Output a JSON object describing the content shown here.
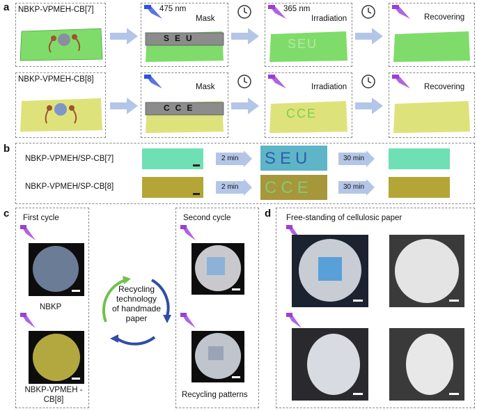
{
  "panels": {
    "a": {
      "letter": "a",
      "rows": [
        {
          "sample": "NBKP-VPMEH-CB[7]",
          "pattern": "SEU"
        },
        {
          "sample": "NBKP-VPMEH-CB[8]",
          "pattern": "CCE"
        }
      ],
      "wavelength_blue": "475 nm",
      "wavelength_uv": "365 nm",
      "mask": "Mask",
      "irradiation": "Irradiation",
      "recovering": "Recovering",
      "colors": {
        "cb7_paper": "#7fdc6a",
        "cb8_paper": "#dde37a",
        "uv_light": "#9b3fd6",
        "blue_light": "#2f53d8",
        "arrow": "#b4c6e7"
      }
    },
    "b": {
      "letter": "b",
      "rows": [
        {
          "sample": "NBKP-VPMEH/SP-CB[7]",
          "t1": "2 min",
          "pattern": "SEU",
          "t2": "30 min"
        },
        {
          "sample": "NBKP-VPMEH/SP-CB[8]",
          "t1": "2 min",
          "pattern": "CCE",
          "t2": "30 min"
        }
      ]
    },
    "c": {
      "letter": "c",
      "first_cycle": "First cycle",
      "second_cycle": "Second cycle",
      "nbkp": "NBKP",
      "product": "NBKP-VPMEH -CB[8]",
      "recycling_patterns": "Recycling patterns",
      "cycle_text": [
        "Recycling",
        "technology",
        "of handmade",
        "paper"
      ]
    },
    "d": {
      "letter": "d",
      "title": "Free-standing of cellulosic paper"
    }
  }
}
